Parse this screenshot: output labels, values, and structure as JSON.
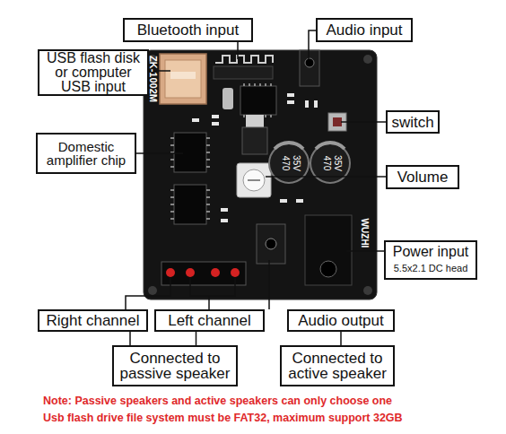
{
  "diagram": {
    "nodes": [
      {
        "text": [
          "Bluetooth input"
        ]
      },
      {
        "text": [
          "Audio input"
        ]
      },
      {
        "text": [
          "USB flash disk or computer USB input"
        ]
      },
      {
        "text": [
          "switch"
        ]
      },
      {
        "text": [
          "Domestic amplifier chip"
        ]
      },
      {
        "text": [
          "Volume"
        ]
      },
      {
        "text": [
          "Power input",
          "5.5x2.1 DC head"
        ]
      },
      {
        "text": [
          "Right channel"
        ]
      },
      {
        "text": [
          "Left channel"
        ]
      },
      {
        "text": [
          "Audio output"
        ]
      },
      {
        "text": [
          "Connected to passive speaker"
        ]
      },
      {
        "text": [
          "Connected to active speaker"
        ]
      }
    ],
    "edges": [
      {
        "from": 7,
        "to": 10,
        "arrow": "none"
      },
      {
        "from": 8,
        "to": 10,
        "arrow": "none"
      },
      {
        "from": 9,
        "to": 11,
        "arrow": "none"
      }
    ],
    "labels": [
      "ZK-1002M",
      "WUZHI",
      "470",
      "35V",
      "470",
      "35V",
      "Note: Passive speakers and active speakers can only choose one",
      "Usb flash drive file system must be FAT32, maximum support 32GB"
    ]
  }
}
